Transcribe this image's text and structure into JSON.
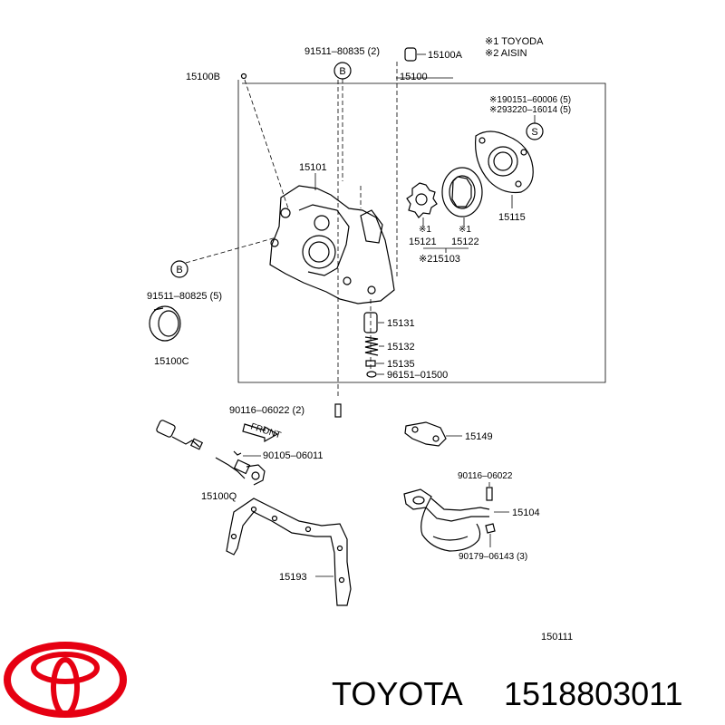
{
  "notes": {
    "note1": "※1 TOYODA",
    "note2": "※2 AISIN"
  },
  "callouts": {
    "b_top": "B",
    "b_left": "B",
    "s_right": "S"
  },
  "labels": {
    "p_91511_80835": "91511–80835 (2)",
    "p_15100A": "15100A",
    "p_15100B": "15100B",
    "p_15100": "15100",
    "p_190151": "※190151–60006 (5)",
    "p_293220": "※293220–16014 (5)",
    "p_15101": "15101",
    "p_15115": "15115",
    "p_mark1a": "※1",
    "p_mark1b": "※1",
    "p_15121": "15121",
    "p_15122": "15122",
    "p_215103": "※215103",
    "p_91511_80825": "91511–80825 (5)",
    "p_15131": "15131",
    "p_15100C": "15100C",
    "p_15132": "15132",
    "p_15135": "15135",
    "p_96151": "96151–01500",
    "p_90116_a": "90116–06022 (2)",
    "p_front": "FRONT",
    "p_15149": "15149",
    "p_90105": "90105–06011",
    "p_15100Q": "15100Q",
    "p_90116_b": "90116–06022",
    "p_15104": "15104",
    "p_90179": "90179–06143 (3)",
    "p_15193": "15193",
    "p_150111": "150111"
  },
  "brand": {
    "name": "TOYOTA",
    "part_number": "1518803011",
    "logo_color": "#e60012"
  }
}
